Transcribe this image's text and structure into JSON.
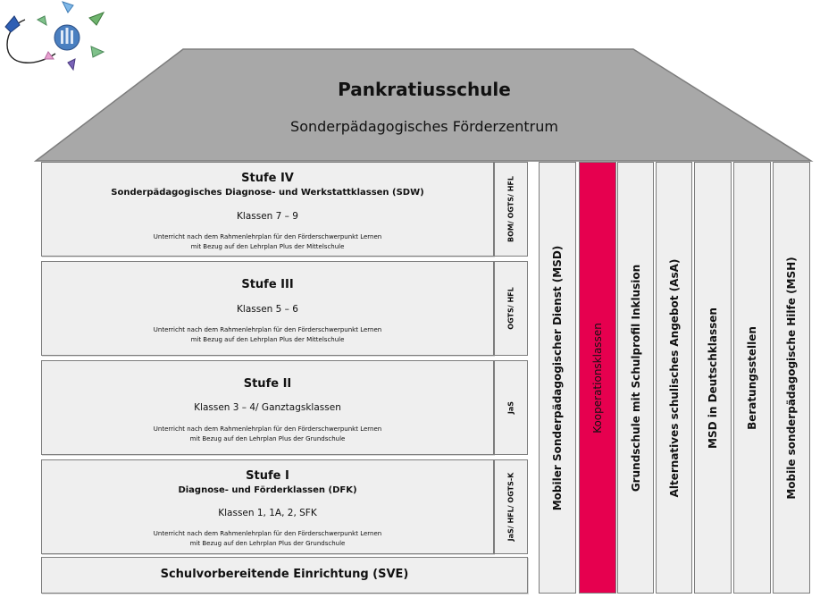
{
  "school": {
    "name": "Pankratiusschule",
    "subtitle": "Sonderpädagogisches Förderzentrum"
  },
  "levels": [
    {
      "title": "Stufe IV",
      "subtitle": "Sonderpädagogisches Diagnose- und Werkstattklassen (SDW)",
      "klassen": "Klassen 7 – 9",
      "note1": "Unterricht nach dem Rahmenlehrplan für den Förderschwerpunkt Lernen",
      "note2": "mit Bezug auf den Lehrplan Plus der Mittelschule",
      "side": "BOM/ OGTS/ HFL"
    },
    {
      "title": "Stufe III",
      "klassen": "Klassen 5 – 6",
      "note1": "Unterricht nach dem Rahmenlehrplan für den Förderschwerpunkt Lernen",
      "note2": "mit Bezug auf den Lehrplan Plus der Mittelschule",
      "side": "OGTS/ HFL"
    },
    {
      "title": "Stufe II",
      "klassen": "Klassen 3 – 4/ Ganztagsklassen",
      "note1": "Unterricht nach dem Rahmenlehrplan für den Förderschwerpunkt Lernen",
      "note2": "mit Bezug auf den Lehrplan Plus der Grundschule",
      "side": "JaS"
    },
    {
      "title": "Stufe I",
      "subtitle": "Diagnose- und Förderklassen (DFK)",
      "klassen": "Klassen 1, 1A, 2, SFK",
      "note1": "Unterricht nach dem Rahmenlehrplan für den Förderschwerpunkt Lernen",
      "note2": "mit Bezug auf den Lehrplan Plus der Grundschule",
      "side": "JaS/ HFL/ OGTS-K"
    }
  ],
  "foundation": "Schulvorbereitende Einrichtung (SVE)",
  "columns": [
    "Mobiler Sonderpädagogischer Dienst (MSD)",
    "Kooperationsklassen",
    "Grundschule mit Schulprofil Inklusion",
    "Alternatives schulisches Angebot (AsA)",
    "MSD in Deutschklassen",
    "Beratungsstellen",
    "Mobile sonderpädagogische Hilfe (MSH)"
  ],
  "colors": {
    "roof": "#a8a8a8",
    "box": "#efefef",
    "border": "#7d7d7d",
    "highlight": "#e6004f",
    "logo_circle": "#4a7fc0"
  },
  "icons": {
    "logo": "school-logo-icon"
  }
}
